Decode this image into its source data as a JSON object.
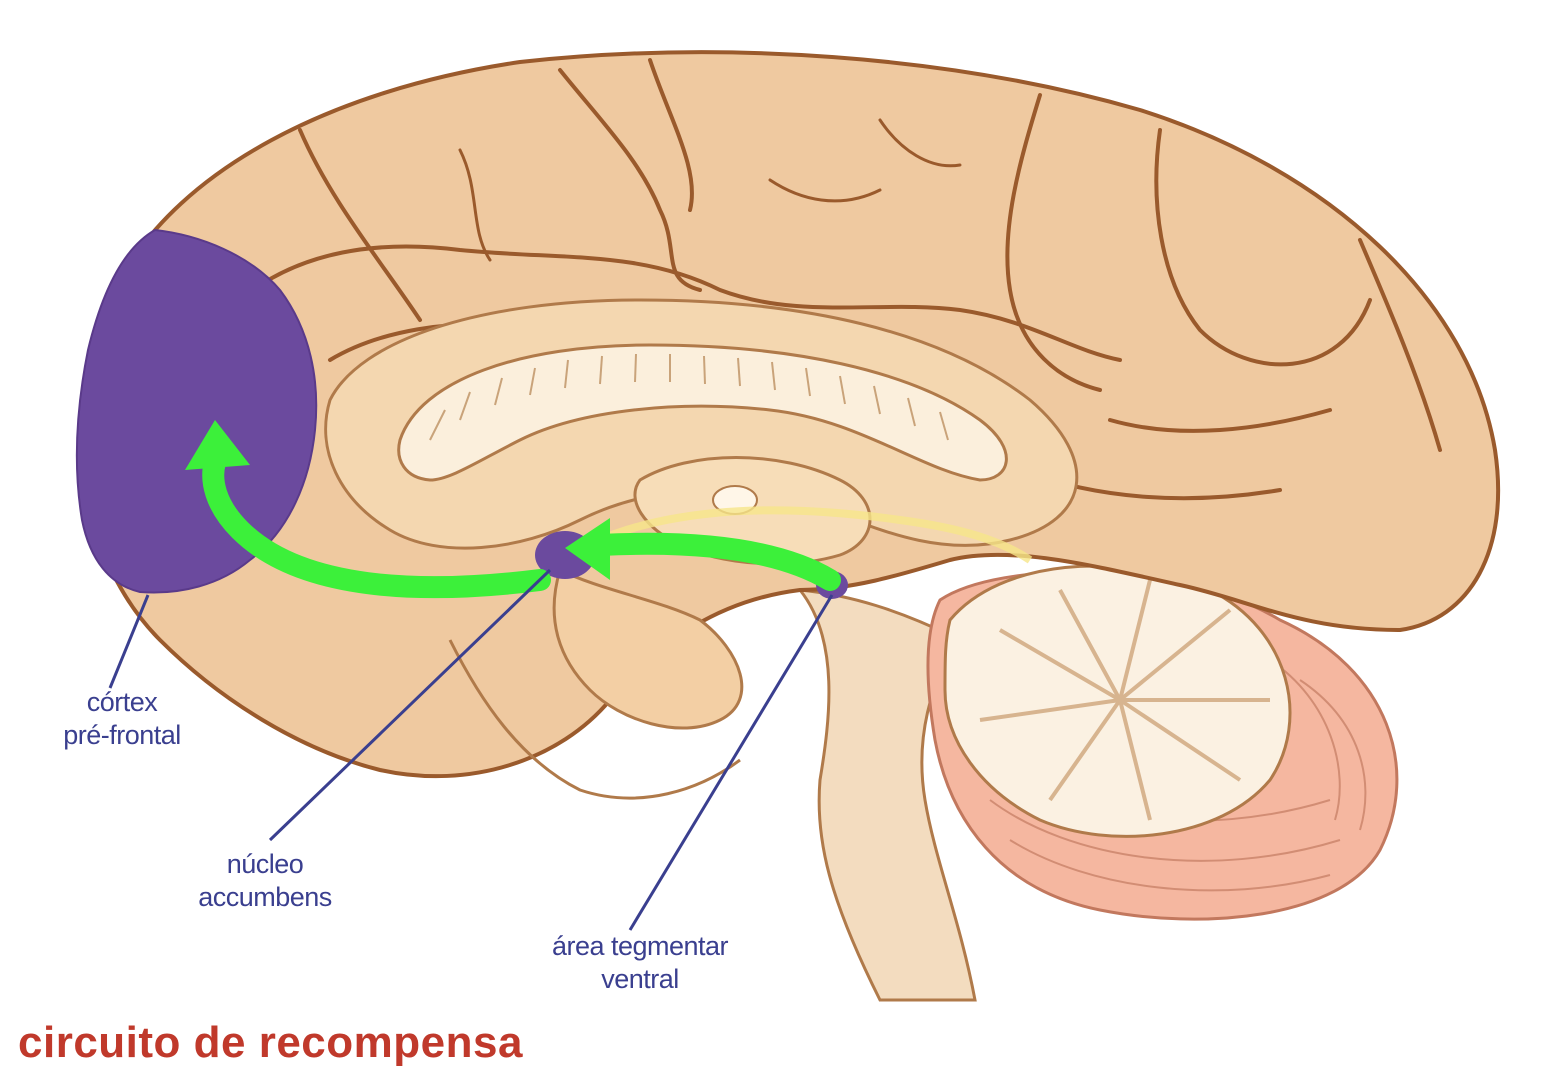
{
  "labels": {
    "prefrontal_cortex": [
      "córtex",
      "pré-frontal"
    ],
    "nucleus_accumbens": [
      "núcleo",
      "accumbens"
    ],
    "ventral_tegmental_area": [
      "área tegmentar",
      "ventral"
    ]
  },
  "caption": "circuito de recompensa",
  "colors": {
    "brain": "#efc9a0",
    "sulcus": "#9a5a2c",
    "highlight": "#6b4a9e",
    "pathway": "#3cf03a",
    "label_text": "#3a3f8f",
    "caption": "#c0392b"
  }
}
